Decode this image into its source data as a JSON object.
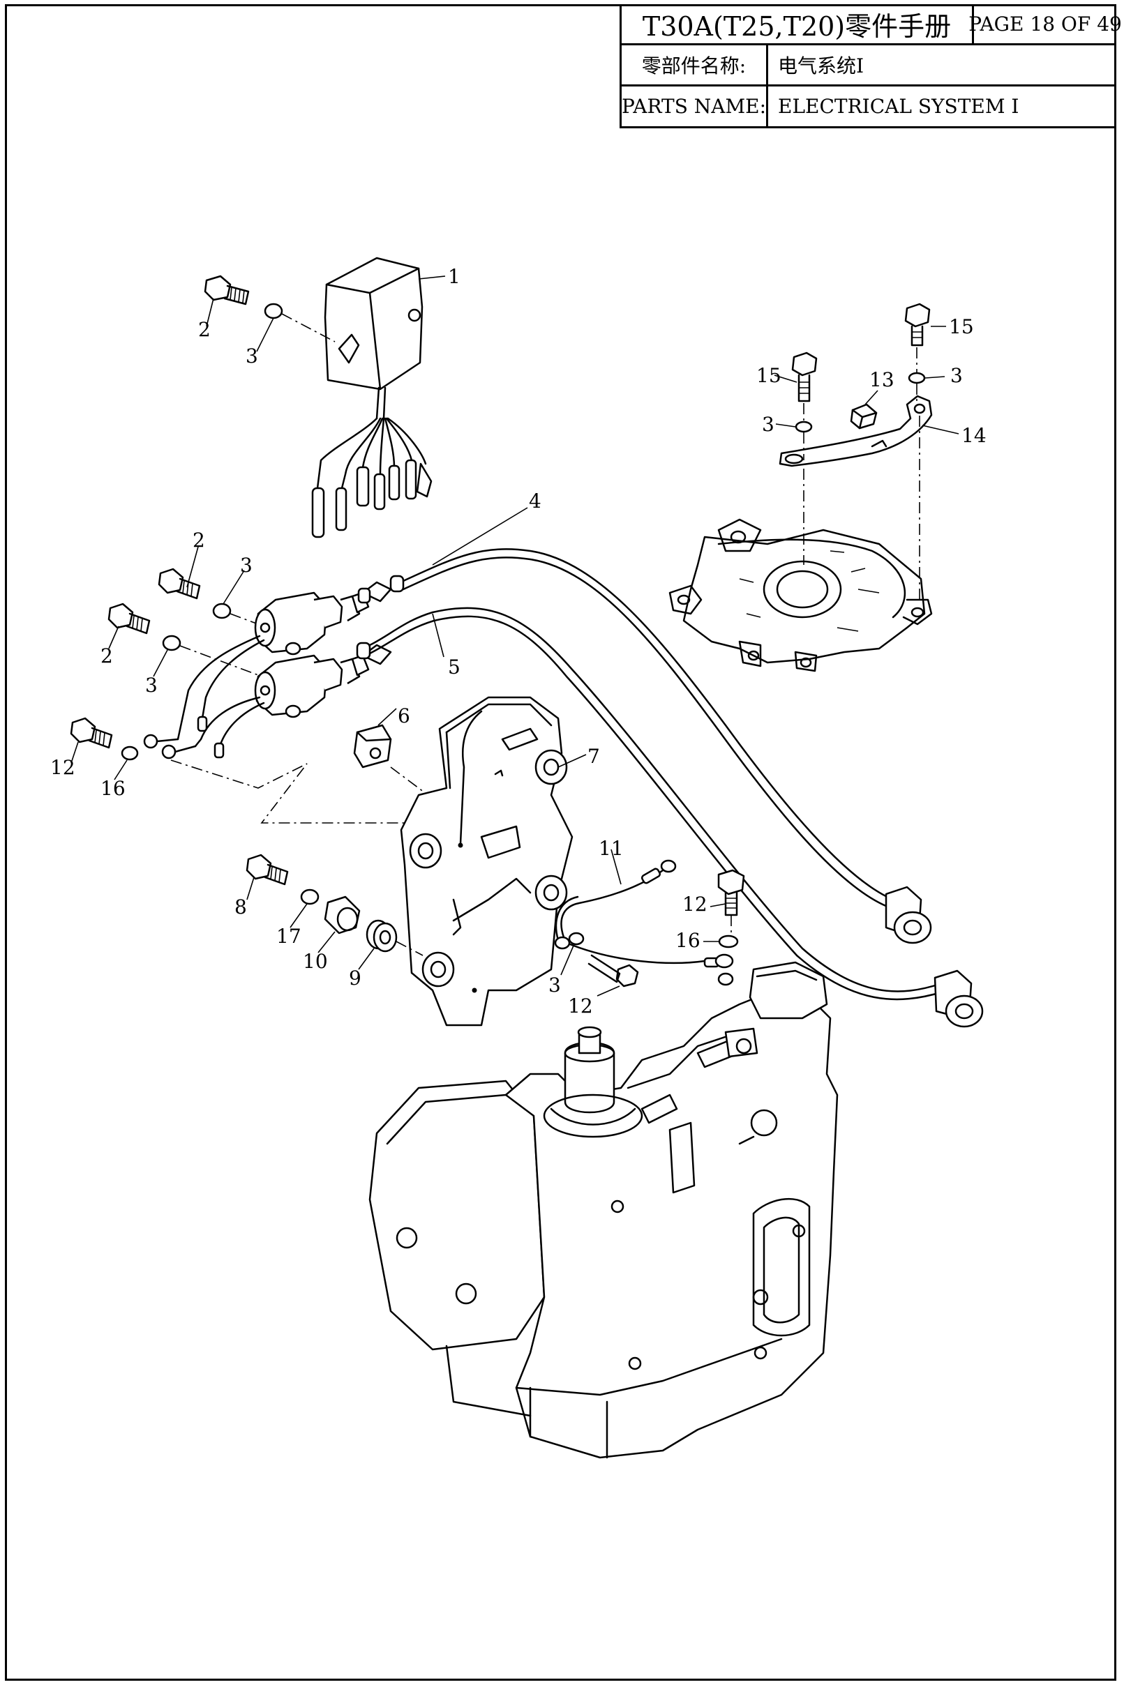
{
  "header": {
    "title": "T30A(T25,T20)零件手册",
    "page": "PAGE 18 OF 49",
    "parts_name_label_cn": "零部件名称:",
    "parts_name_value_cn": "电气系统Ⅰ",
    "parts_name_label_en": "PARTS NAME:",
    "parts_name_value_en": "ELECTRICAL SYSTEM  I"
  },
  "callouts": {
    "c1": "1",
    "c2a": "2",
    "c3a": "3",
    "c2b": "2",
    "c3b": "3",
    "c2c": "2",
    "c3c": "3",
    "c4": "4",
    "c5": "5",
    "c6": "6",
    "c7": "7",
    "c12a": "12",
    "c16a": "16",
    "c8": "8",
    "c17": "17",
    "c10": "10",
    "c9": "9",
    "c11": "11",
    "c12b": "12",
    "c16b": "16",
    "c3d": "3",
    "c12c": "12",
    "c15a": "15",
    "c15b": "15",
    "c13": "13",
    "c3e": "3",
    "c3f": "3",
    "c14": "14"
  }
}
